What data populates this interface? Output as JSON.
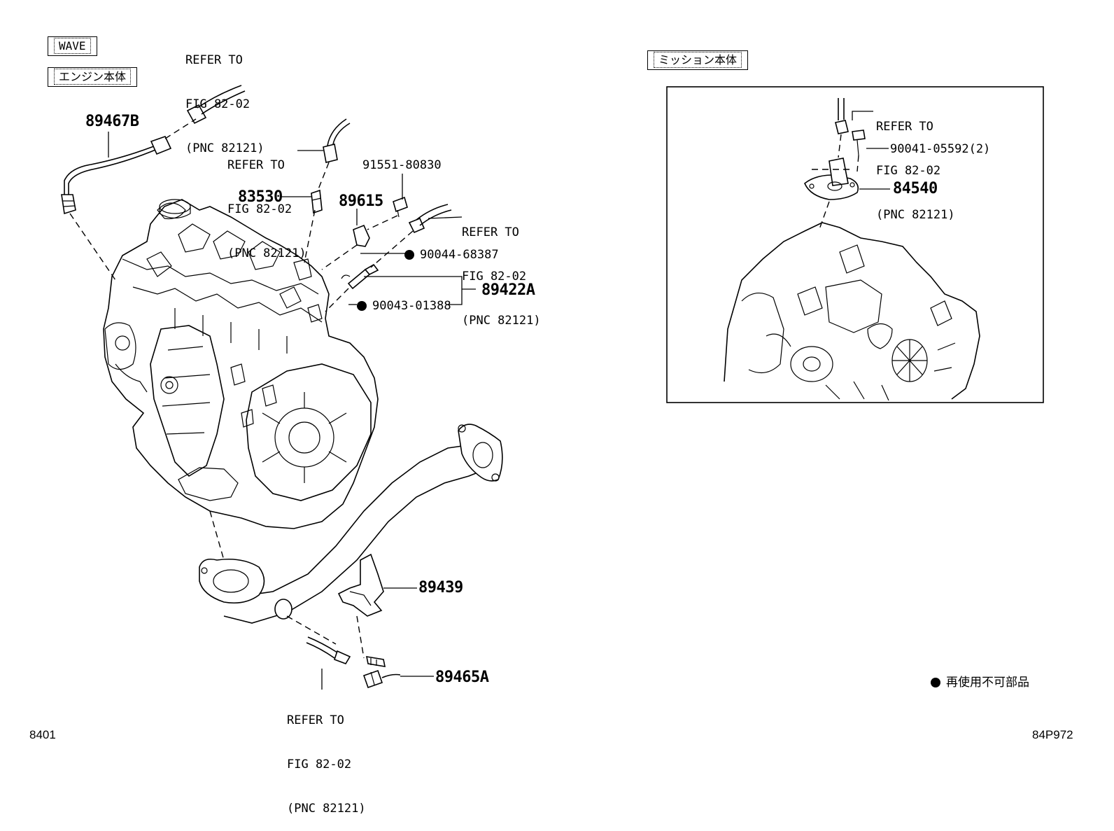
{
  "tags": {
    "wave": "WAVE",
    "engine_body": "エンジン本体",
    "transmission_body": "ミッション本体"
  },
  "refs": {
    "top": [
      "REFER TO",
      "FIG 82-02",
      "(PNC 82121)"
    ],
    "mid": [
      "REFER TO",
      "FIG 82-02",
      "(PNC 82121)"
    ],
    "right": [
      "REFER TO",
      "FIG 82-02",
      "(PNC 82121)"
    ],
    "bottom": [
      "REFER TO",
      "FIG 82-02",
      "(PNC 82121)"
    ],
    "inset": [
      "REFER TO",
      "FIG 82-02",
      "(PNC 82121)"
    ]
  },
  "parts": {
    "p89467B": "89467B",
    "p83530": "83530",
    "p89615": "89615",
    "p91551": "91551-80830",
    "p90044": "90044-68387",
    "p89422A": "89422A",
    "p90043": "90043-01388",
    "p89439": "89439",
    "p89465A": "89465A",
    "p90041": "90041-05592(2)",
    "p84540": "84540"
  },
  "legend": {
    "non_reusable": "再使用不可部品"
  },
  "footer": {
    "left_code": "8401",
    "right_code": "84P972"
  }
}
